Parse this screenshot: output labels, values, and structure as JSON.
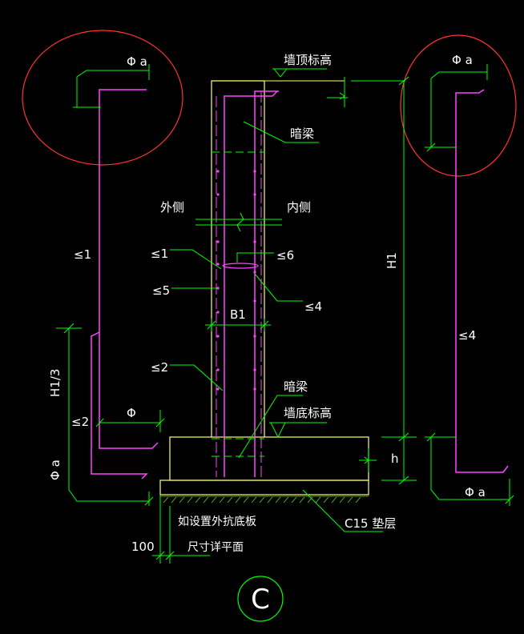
{
  "colors": {
    "background": "#000000",
    "wall_outline": "#ffff66",
    "rebar": "#ff44ff",
    "dimension": "#00ff00",
    "circle": "#ff3333",
    "hatch": "#66cc33",
    "dashed": "#00ff00",
    "text": "#ffffff"
  },
  "labels": {
    "wall_top_elev": "墙顶标高",
    "hidden_beam_top": "暗梁",
    "outside": "外侧",
    "inside": "内侧",
    "bar1_mid": "≤1",
    "bar6": "≤6",
    "bar5": "≤5",
    "bar4_mid": "≤4",
    "b1": "B1",
    "bar2_mid": "≤2",
    "hidden_beam_bottom": "暗梁",
    "wall_bottom_elev": "墙底标高",
    "h1": "H1",
    "h": "h",
    "c15": "C15 垫层",
    "anti_float_1": "如设置外抗底板",
    "anti_float_2": "尺寸详平面",
    "dim_100": "100",
    "section_mark": "C",
    "left_bar1": "≤1",
    "left_h13": "H1/3",
    "left_bar2": "≤2",
    "left_phi_a_top": "Φ a",
    "left_phi": "Φ",
    "left_phi_a_side": "Φ a",
    "right_phi_a_top": "Φ a",
    "right_bar4": "≤4",
    "right_phi_a_bottom": "Φ a"
  }
}
